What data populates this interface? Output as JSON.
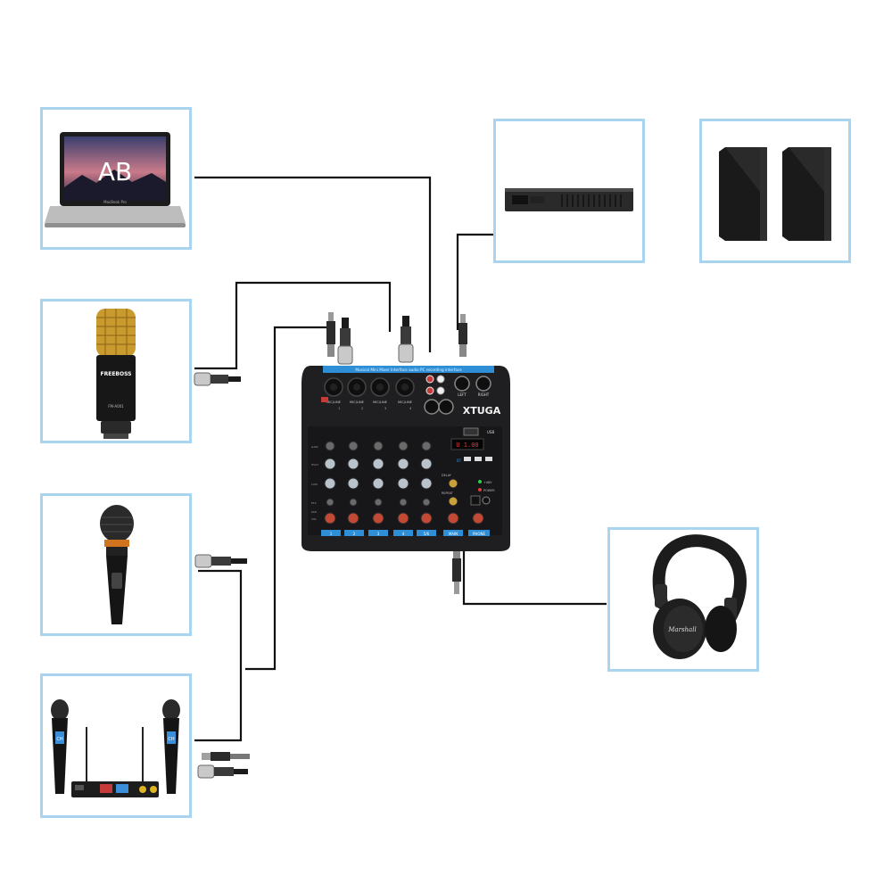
{
  "devices": {
    "laptop": {
      "screen_text": "AB",
      "brand": "MacBook Pro"
    },
    "condenser_mic": {
      "brand": "FREEBOSS",
      "model": "FM-A001"
    },
    "dynamic_mic": {},
    "wireless_system": {
      "display_a": "CH",
      "display_b": "CH"
    },
    "amplifier": {},
    "speakers": {},
    "headphones": {
      "brand": "Marshall"
    }
  },
  "mixer": {
    "brand": "XTUGA",
    "top_strip": "Musical Mini Mixer Interface audio PC recording interface",
    "jack_labels": [
      "MIC/LINE",
      "MIC/LINE",
      "MIC/LINE",
      "MIC/LINE"
    ],
    "channel_numbers": [
      "1",
      "2",
      "3",
      "4"
    ],
    "output_labels": [
      "LEFT",
      "RIGHT"
    ],
    "display": "U 1.00",
    "usb_label": "USB",
    "bt_label": "BT",
    "bottom_labels": [
      "1",
      "2",
      "3",
      "4",
      "5/6",
      "MAIN",
      "PHONE"
    ],
    "knob_labels": [
      "GAIN",
      "HIGH",
      "LOW",
      "EFX",
      "PAN",
      "VOL"
    ],
    "right_labels": [
      "DELAY",
      "REPEAT",
      "+48V",
      "POWER"
    ]
  },
  "colors": {
    "box_border": "#a9d4ef",
    "wire": "#111111",
    "mixer_body": "#1f1f22",
    "mixer_blue": "#2e8fd6"
  }
}
